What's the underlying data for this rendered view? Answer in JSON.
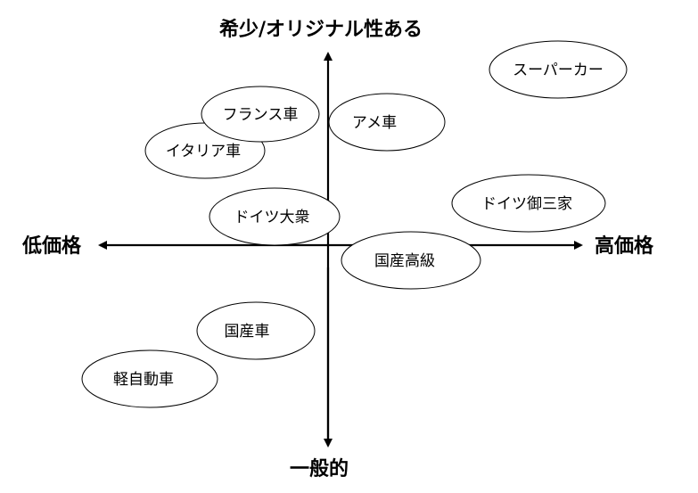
{
  "axes": {
    "top_label": "希少/オリジナル性ある",
    "bottom_label": "一般的",
    "left_label": "低価格",
    "right_label": "高価格"
  },
  "items": [
    {
      "id": "super-car",
      "label": "スーパーカー"
    },
    {
      "id": "france-car",
      "label": "フランス車"
    },
    {
      "id": "america-car",
      "label": "アメ車"
    },
    {
      "id": "italy-car",
      "label": "イタリア車"
    },
    {
      "id": "german-big-three",
      "label": "ドイツ御三家"
    },
    {
      "id": "german-mass",
      "label": "ドイツ大衆"
    },
    {
      "id": "domestic-luxury",
      "label": "国産高級"
    },
    {
      "id": "domestic-car",
      "label": "国産車"
    },
    {
      "id": "kei-car",
      "label": "軽自動車"
    }
  ]
}
